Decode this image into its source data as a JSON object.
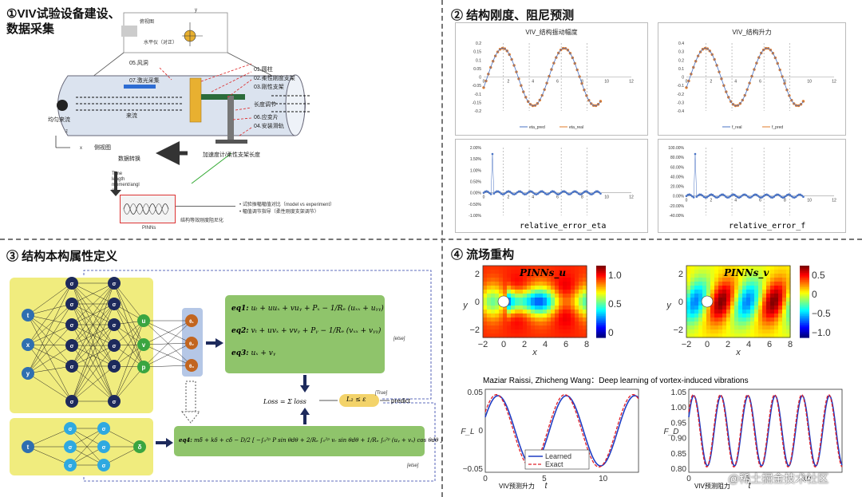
{
  "section1": {
    "title": "①VIV试验设备建设、数据采集",
    "top_view": "俯视图",
    "level": "水平仪（对正）",
    "fan": "05.风洞",
    "laser": "07.激光采集",
    "parts": [
      "01.圆柱",
      "02.柔性刚度支架",
      "03.刚性支架",
      "长度调节",
      "06.应变片",
      "04.安装滑轨"
    ],
    "uniform_flow": "均匀来流",
    "flow": "来流",
    "side_view": "侧视图",
    "accel": "加速度计/柔性支架长度",
    "data_convert": "数据转换",
    "series_labels": [
      "Time",
      "length",
      "moment/angl",
      "e"
    ],
    "pinns": "PINNs",
    "bullets": [
      "试验振幅幅值对比（model vs experiment）",
      "幅值调节指导（柔性刚度支架调节）"
    ],
    "damping": "结构等效刚度阻尼化",
    "axis_z": "z",
    "axis_x": "x",
    "axis_y": "y"
  },
  "section2": {
    "title": "② 结构刚度、阻尼预测",
    "chart1_title": "VIV_结构振动幅度",
    "chart2_title": "VIV_结构升力",
    "chart1_legend": [
      "eta_pred",
      "eta_real"
    ],
    "chart2_legend": [
      "f_real",
      "f_pred"
    ],
    "err1_label": "relative_error_eta",
    "err2_label": "relative_error_f",
    "chart1_yticks": [
      "0.2",
      "0.15",
      "0.1",
      "0.05",
      "0",
      "-0.05",
      "-0.1",
      "-0.15",
      "-0.2"
    ],
    "chart2_yticks": [
      "0.4",
      "0.3",
      "0.2",
      "0.1",
      "0",
      "-0.1",
      "-0.2",
      "-0.3",
      "-0.4"
    ],
    "err1_yticks": [
      "2.00%",
      "1.50%",
      "1.00%",
      "0.50%",
      "0.00%",
      "-0.50%",
      "-1.00%"
    ],
    "err2_yticks": [
      "100.00%",
      "80.00%",
      "60.00%",
      "40.00%",
      "20.00%",
      "0.00%",
      "-20.00%",
      "-40.00%"
    ],
    "xticks": [
      "0",
      "2",
      "4",
      "6",
      "8",
      "10",
      "12"
    ]
  },
  "section3": {
    "title": "③ 结构本构属性定义",
    "inputs": [
      "t",
      "x",
      "y"
    ],
    "sigma": "σ",
    "outputs": [
      "u",
      "v",
      "p"
    ],
    "lambdas": [
      "θ₁",
      "θ₂",
      "θ₃"
    ],
    "eq1_label": "eq1:",
    "eq1": "uₜ + uuₓ + vuᵧ + Pₓ − 1/Rₑ (uₓₓ + uᵧᵧ)",
    "eq2_label": "eq2:",
    "eq2": "vₜ + uvₓ + vvᵧ + Pᵧ − 1/Rₑ (vₓₓ + vᵧᵧ)",
    "eq3_label": "eq3:",
    "eq3": "uₓ + vᵧ",
    "loss": "Loss = Σ loss",
    "cond": "L₂ ≤ ε",
    "true_label": "[True]",
    "predict": "predict",
    "else1": "[else]",
    "else2": "[else]",
    "input2": "t",
    "delta": "δ",
    "eq4_label": "eq4:",
    "eq4": "mδ̈ + kδ + cδ̇ − D/2 [ −∫₀²ᵖ P sin θdθ + 2/Rₑ ∫₀²ᵖ vᵣ sin θdθ + 1/Rₑ ∫₀²ᵖ (uᵧ + vₓ) cos θdθ ]"
  },
  "section4": {
    "title": "④ 流场重构",
    "field1": "PINNs_u",
    "field2": "PINNs_v",
    "field1_cbar": [
      "1.0",
      "0.5",
      "0"
    ],
    "field2_cbar": [
      "0.5",
      "0",
      "−0.5",
      "−1.0"
    ],
    "field_xticks": [
      "−2",
      "0",
      "2",
      "4",
      "6",
      "8"
    ],
    "field_yticks": [
      "2",
      "0",
      "−2"
    ],
    "xlabel": "x",
    "ylabel": "y",
    "caption": "Maziar Raissi, Zhicheng Wang：Deep learning of vortex-induced vibrations",
    "lift_ylabel": "F_L",
    "drag_ylabel": "F_D",
    "lift_yticks": [
      "0.05",
      "0",
      "−0.05"
    ],
    "drag_yticks": [
      "1.05",
      "1.00",
      "0.95",
      "0.90",
      "0.85",
      "0.80"
    ],
    "time_xticks": [
      "0",
      "5",
      "10"
    ],
    "tlabel": "t",
    "legend": [
      "Learned",
      "Exact"
    ],
    "lift_caption": "VIV预测升力",
    "drag_caption": "VIV预测阻力",
    "watermark": "@稀土掘金技术社区"
  },
  "colors": {
    "orange": "#e07b2a",
    "blue": "#4a73c4",
    "green_box": "#8fc46b",
    "yellow_bg": "#f0ec7e",
    "navy": "#1d2a5c",
    "learned": "#1f3dc4",
    "exact": "#e0202a"
  }
}
